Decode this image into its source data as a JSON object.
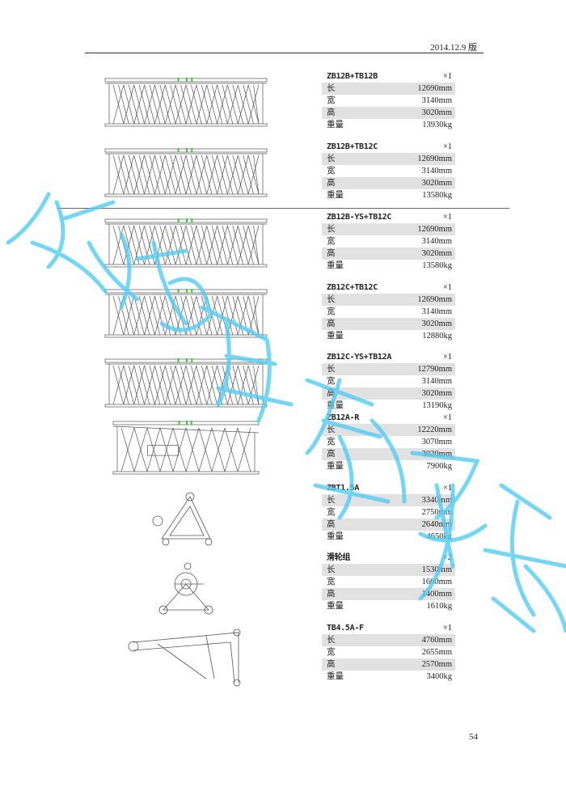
{
  "header": {
    "version": "2014.12.9 版"
  },
  "page_number": "54",
  "watermark": {
    "text": "成都百泰吊装",
    "color": "#50cdf5"
  },
  "labels": {
    "length": "长",
    "width": "宽",
    "height": "高",
    "weight": "重量"
  },
  "items": [
    {
      "name": "ZB12B+TB12B",
      "qty": "×1",
      "length": "12690mm",
      "width": "3140mm",
      "height": "3020mm",
      "weight": "13930kg",
      "drawing": "truss"
    },
    {
      "name": "ZB12B+TB12C",
      "qty": "×1",
      "length": "12690mm",
      "width": "3140mm",
      "height": "3020mm",
      "weight": "13580kg",
      "drawing": "truss"
    },
    {
      "name": "ZB12B-YS+TB12C",
      "qty": "×1",
      "length": "12690mm",
      "width": "3140mm",
      "height": "3020mm",
      "weight": "13580kg",
      "drawing": "truss"
    },
    {
      "name": "ZB12C+TB12C",
      "qty": "×1",
      "length": "12690mm",
      "width": "3140mm",
      "height": "3020mm",
      "weight": "12880kg",
      "drawing": "truss"
    },
    {
      "name": "ZB12C-YS+TB12A",
      "qty": "×1",
      "length": "12790mm",
      "width": "3140mm",
      "height": "3020mm",
      "weight": "13190kg",
      "drawing": "truss"
    },
    {
      "name": "ZB12A-R",
      "qty": "×1",
      "length": "12220mm",
      "width": "3070mm",
      "height": "3020mm",
      "weight": "7900kg",
      "drawing": "taper"
    },
    {
      "name": "ZBT1.5A",
      "qty": "×1",
      "length": "3340mm",
      "width": "2750mm",
      "height": "2640mm",
      "weight": "4650kg",
      "drawing": "triangle"
    },
    {
      "name": "滑轮组",
      "qty": "×2",
      "length": "1530mm",
      "width": "1600mm",
      "height": "1400mm",
      "weight": "1610kg",
      "drawing": "pulley"
    },
    {
      "name": "TB4.5A-F",
      "qty": "×1",
      "length": "4760mm",
      "width": "2655mm",
      "height": "2570mm",
      "weight": "3400kg",
      "drawing": "arm"
    }
  ]
}
